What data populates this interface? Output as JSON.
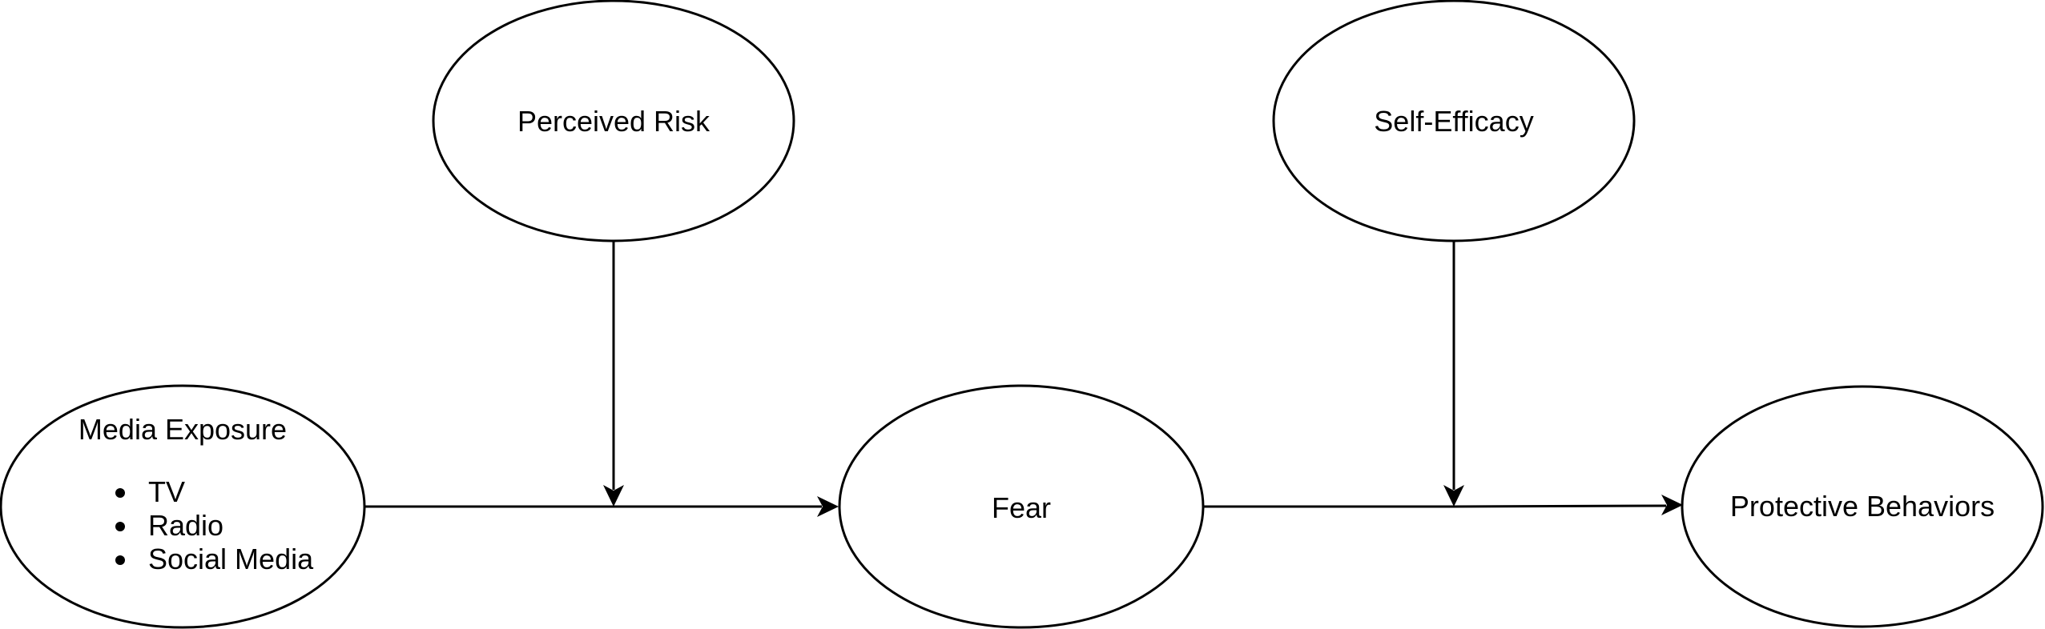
{
  "diagram": {
    "nodes": {
      "media_exposure": {
        "title": "Media Exposure",
        "items": [
          "TV",
          "Radio",
          "Social Media"
        ]
      },
      "perceived_risk": {
        "label": "Perceived Risk"
      },
      "fear": {
        "label": "Fear"
      },
      "self_efficacy": {
        "label": "Self-Efficacy"
      },
      "protective_behaviors": {
        "label": "Protective Behaviors"
      }
    },
    "edges": [
      {
        "from": "Media Exposure",
        "to": "Fear"
      },
      {
        "from": "Perceived Risk",
        "to": "Media Exposure → Fear"
      },
      {
        "from": "Fear",
        "to": "Protective Behaviors"
      },
      {
        "from": "Self-Efficacy",
        "to": "Fear → Protective Behaviors"
      }
    ],
    "colors": {
      "stroke": "#000000",
      "fill": "#ffffff",
      "text": "#000000"
    }
  }
}
